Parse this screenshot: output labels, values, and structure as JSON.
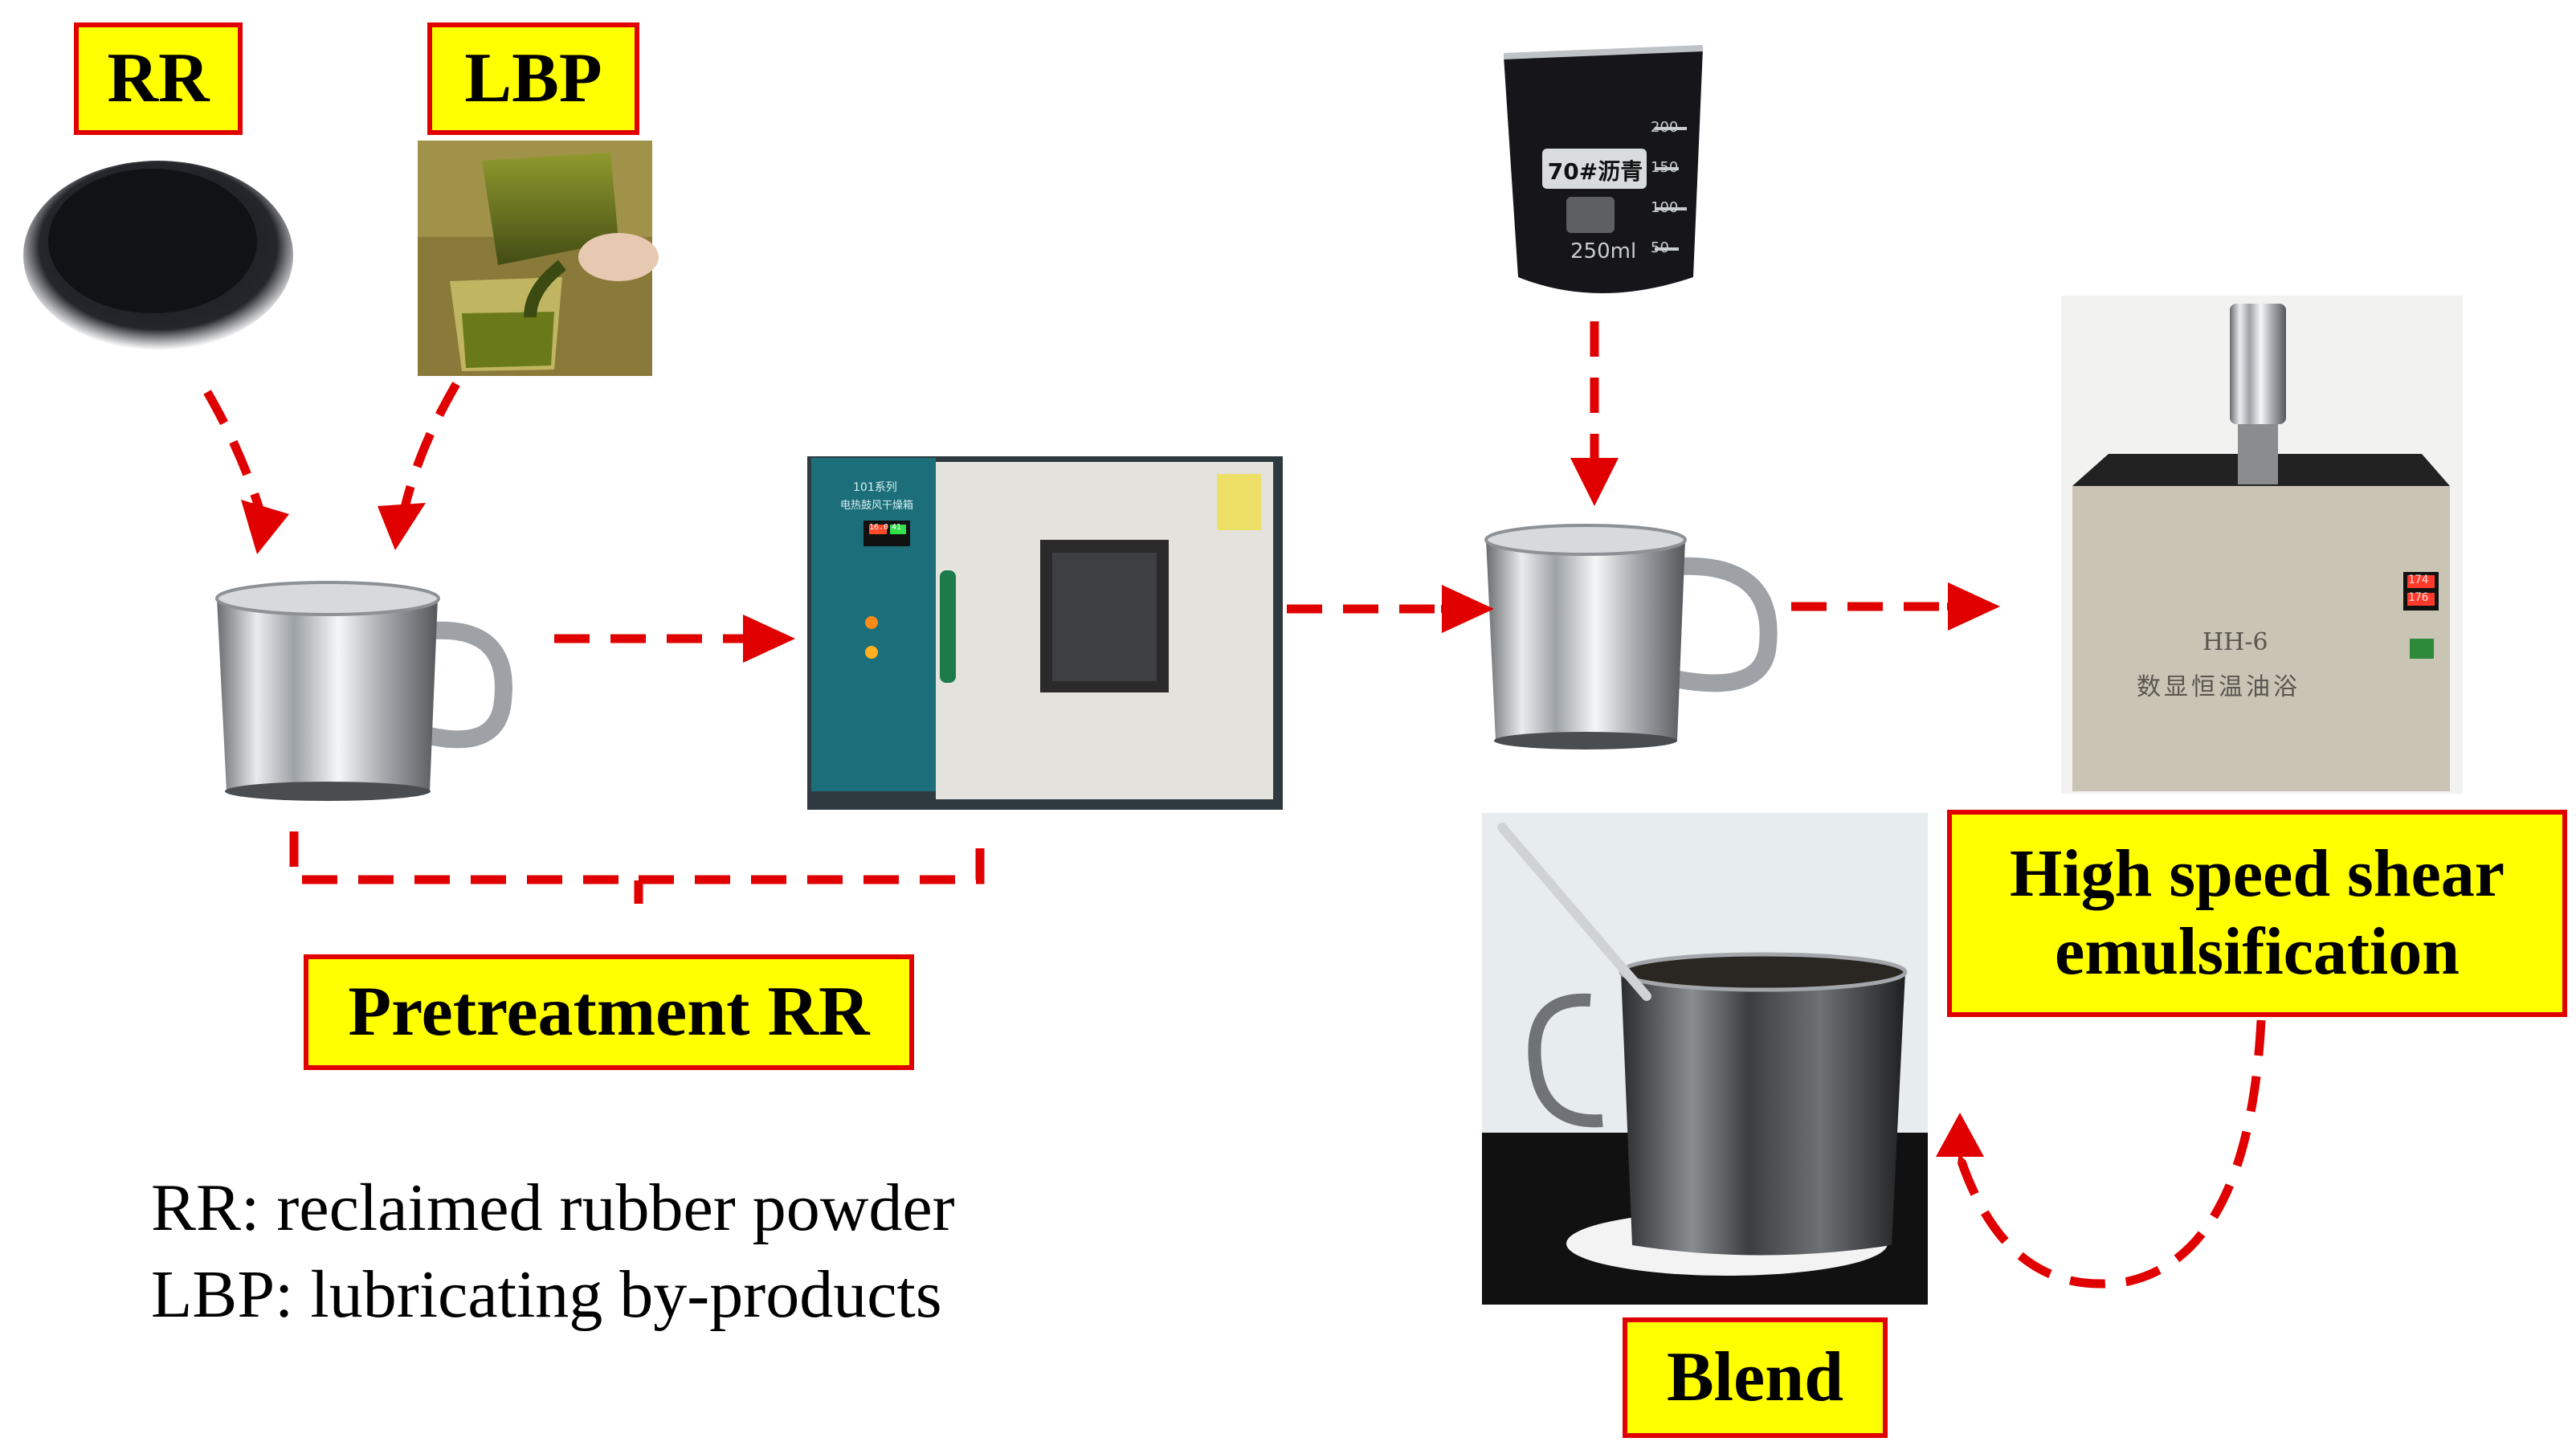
{
  "labels": {
    "rr": "RR",
    "lbp": "LBP",
    "pretreatment": "Pretreatment RR",
    "shear_line1": "High speed shear",
    "shear_line2": "emulsification",
    "blend": "Blend"
  },
  "beaker": {
    "tag": "70#沥青",
    "volume": "250ml",
    "marks": [
      "200",
      "150",
      "100",
      "50"
    ]
  },
  "oven": {
    "brand": "101系列",
    "title": "电热鼓风干燥箱",
    "temp_top": "16.0",
    "temp_bottom": "41"
  },
  "shear_bath": {
    "model": "HH-6",
    "name": "数显恒温油浴",
    "reading_top": "174",
    "reading_bottom": "176"
  },
  "legend": {
    "line1": "RR: reclaimed rubber powder",
    "line2": "LBP: lubricating by-products"
  },
  "colors": {
    "label_fill": "#ffff00",
    "label_border": "#e00000",
    "arrow": "#e00000"
  }
}
